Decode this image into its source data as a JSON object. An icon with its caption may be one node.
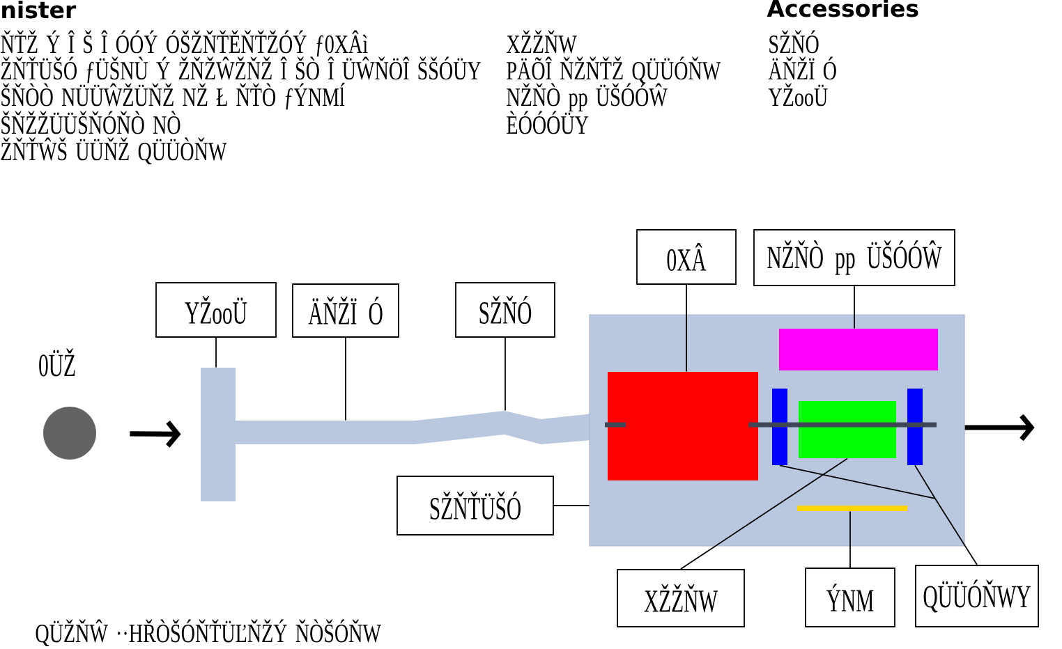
{
  "diagram": {
    "caption": "QÜŽŇŴ ··HŘÒŠÓŇŤÜĽŇŽÝ ŇÒŠÓŇW",
    "nodes": [
      {
        "text": [
          "0XÂ"
        ]
      },
      {
        "text": [
          "NŽŇÒ pp ÜŠÓÓŴ"
        ]
      },
      {
        "text": [
          "YŽooÜ"
        ]
      },
      {
        "text": [
          "ÄŇŽÏ Ó"
        ]
      },
      {
        "text": [
          "SŽŇÓ"
        ]
      },
      {
        "text": [],
        "shape": "circle",
        "beside": [
          "0ÜŽ"
        ]
      },
      {
        "text": [],
        "shape": "bar"
      },
      {
        "text": [],
        "shape": "bar"
      },
      {
        "text": [],
        "shape": "bar"
      },
      {
        "text": [],
        "shape": "box"
      },
      {
        "text": [],
        "shape": "box",
        "in": 9
      },
      {
        "text": [],
        "shape": "bar",
        "in": 9
      },
      {
        "text": [],
        "shape": "bar",
        "in": 9
      },
      {
        "text": [],
        "shape": "box",
        "in": 9
      },
      {
        "text": [],
        "shape": "bar",
        "in": 9
      },
      {
        "text": [],
        "shape": "bar",
        "in": 9
      },
      {
        "text": [
          "SŽŇŤÜŠÓ"
        ]
      },
      {
        "text": [
          "XŽŽŇW"
        ]
      },
      {
        "text": [
          "ÝNM"
        ]
      },
      {
        "text": [
          "QÜÜÓŇWY"
        ]
      }
    ],
    "edges": [
      {
        "from": 5,
        "to": 6,
        "arrow": "to",
        "style": "thick"
      },
      {
        "from": 9,
        "to": null,
        "arrow": "to",
        "style": "thick"
      },
      {
        "from": 0,
        "to": 10,
        "arrow": "none"
      },
      {
        "from": 1,
        "to": 11,
        "arrow": "none"
      },
      {
        "from": 2,
        "to": 6,
        "arrow": "none"
      },
      {
        "from": 3,
        "to": 7,
        "arrow": "none"
      },
      {
        "from": 4,
        "to": 8,
        "arrow": "none"
      },
      {
        "from": 16,
        "to": 9,
        "arrow": "none"
      },
      {
        "from": 17,
        "to": 13,
        "arrow": "none"
      },
      {
        "from": 18,
        "to": 15,
        "arrow": "none"
      },
      {
        "from": 19,
        "to": 12,
        "arrow": "none"
      },
      {
        "from": 19,
        "to": 14,
        "arrow": "none"
      }
    ],
    "labels": [
      "nister",
      "ŇŤŽ Ý Î Š Î ÓÓÝ ÓŠŽŇŤĚŇŤŽÓÝ ƒ0XÂì",
      "ŽŇŤÜŠÓ ƒÜŠNÙ Ý ŽŇŽŴŽŇŽ Î ŠÒ Î ÜŴŇÖÎ ŠŠÓÜY",
      "ŠŇÒÒ NÜÜŴŽÜŇŽ NŽ Ł ŇŤÒ ƒÝNMĺ",
      "ŠŇŽŽÜÜŠŇÓŇÒ NÒ",
      "ŽŇŤŴŠ ÜÜŇŽ QÜÜÒŇW",
      "XŽŽŇW",
      "PÄÕÎ ŇŽŇŤŽ QÜÜÓŇW",
      "NŽŇÒ pp ÜŠÓÓŴ",
      "ÈÓÓÓÜY",
      "Accessories",
      "SŽŇÓ",
      "ÄŇŽÏ Ó",
      "YŽooÜ"
    ]
  }
}
